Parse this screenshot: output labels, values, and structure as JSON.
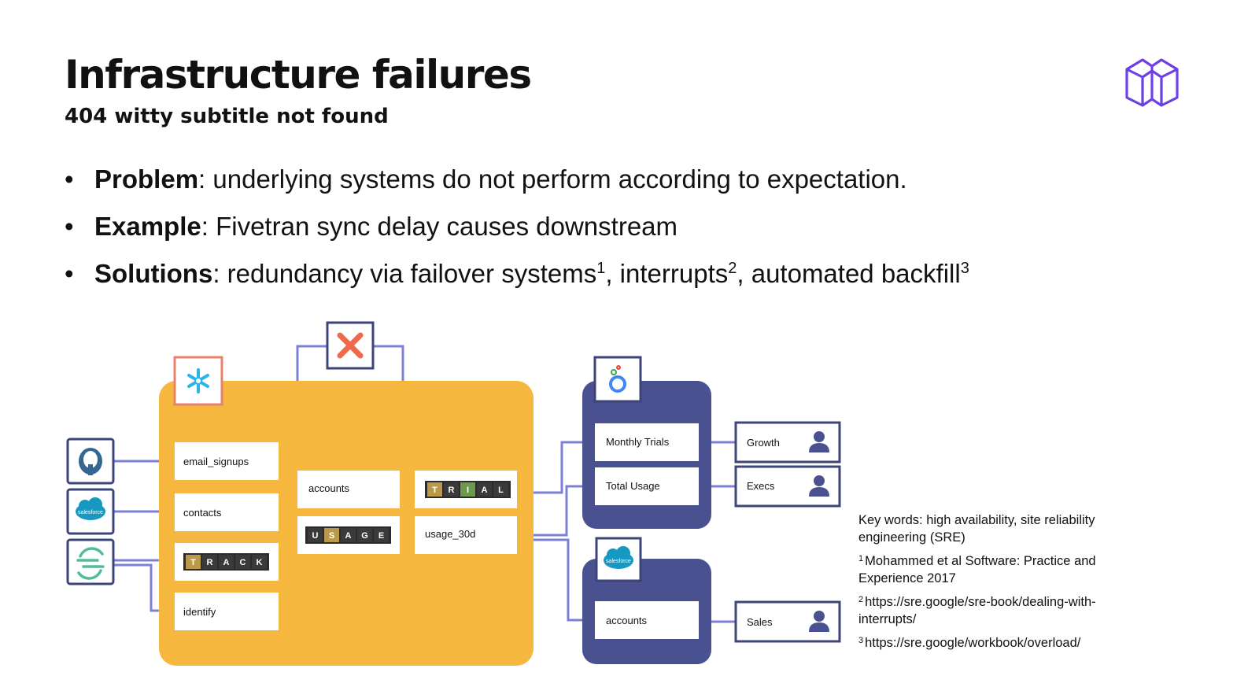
{
  "slide": {
    "title": "Infrastructure failures",
    "subtitle": "404 witty subtitle not found"
  },
  "bullets": [
    {
      "label": "Problem",
      "text": ": underlying systems do not perform according to expectation."
    },
    {
      "label": "Example",
      "text": ": Fivetran sync delay causes downstream"
    },
    {
      "label": "Solutions",
      "text_a": ": redundancy via failover systems",
      "sup1": "1",
      "text_b": ", interrupts",
      "sup2": "2",
      "text_c": ", automated backfill",
      "sup3": "3"
    }
  ],
  "diagram": {
    "tables": {
      "email_signups": "email_signups",
      "contacts": "contacts",
      "identify": "identify",
      "accounts": "accounts",
      "usage_30d": "usage_30d"
    },
    "track_letters": [
      "T",
      "R",
      "A",
      "C",
      "K"
    ],
    "usage_letters": [
      "U",
      "S",
      "A",
      "G",
      "E"
    ],
    "trial_letters": [
      "T",
      "R",
      "I",
      "A",
      "L"
    ],
    "dashboards": {
      "monthly_trials": "Monthly Trials",
      "total_usage": "Total Usage",
      "sf_accounts": "accounts"
    },
    "teams": {
      "growth": "Growth",
      "execs": "Execs",
      "sales": "Sales"
    },
    "salesforce_label": "salesforce",
    "colors": {
      "warehouse": "#f5b73e",
      "bi_panel": "#4a5190",
      "connector": "#7b82d6",
      "snowflake_border": "#e8826b",
      "snowflake_icon": "#29b5e8",
      "dbt_icon": "#ee6a4a",
      "source_border": "#3d4477"
    }
  },
  "notes": {
    "keywords": "Key words: high availability, site reliability engineering (SRE)",
    "ref1_num": "1",
    "ref1": "Mohammed et al Software: Practice and Experience 2017",
    "ref2_num": "2",
    "ref2": "https://sre.google/sre-book/dealing-with-interrupts/",
    "ref3_num": "3",
    "ref3": "https://sre.google/workbook/overload/"
  }
}
